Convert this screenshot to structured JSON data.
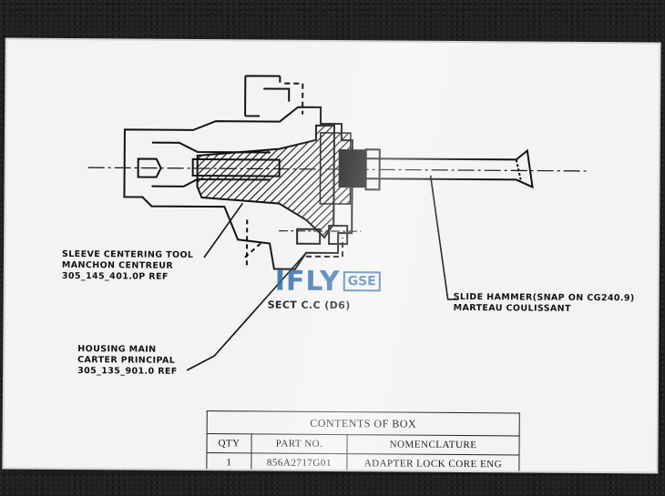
{
  "labels": {
    "sleeve_line1": "SLEEVE CENTERING TOOL",
    "sleeve_line2": "MANCHON CENTREUR",
    "sleeve_line3": "305_145_401.0P REF",
    "housing_line1": "HOUSING MAIN",
    "housing_line2": "CARTER PRINCIPAL",
    "housing_line3": "305_135_901.0 REF",
    "hammer_line1": "SLIDE HAMMER(SNAP ON CG240.9)",
    "hammer_line2": "MARTEAU COULISSANT",
    "section": "SECT C.C (D6)"
  },
  "watermark": {
    "big_text": "IFLY",
    "box_text": "GSE",
    "color": "#1d5fa8"
  },
  "contents_table": {
    "title": "CONTENTS OF BOX",
    "headers": [
      "QTY",
      "PART NO.",
      "NOMENCLATURE"
    ],
    "rows": [
      [
        "1",
        "856A2717G01",
        "ADAPTER LOCK CORE ENG"
      ]
    ]
  }
}
